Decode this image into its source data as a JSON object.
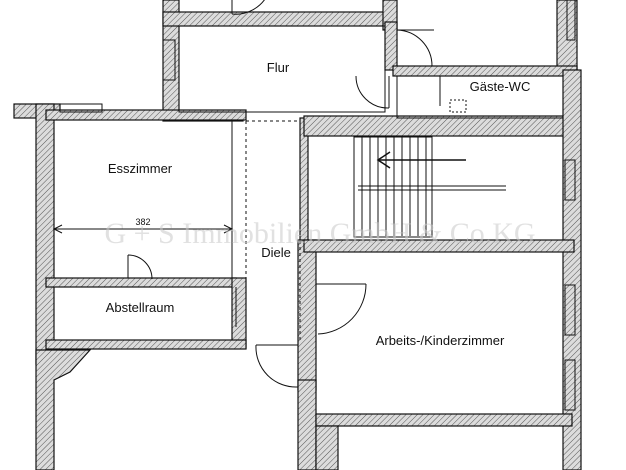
{
  "rooms": {
    "flur": "Flur",
    "gaeste_wc": "Gäste-WC",
    "esszimmer": "Esszimmer",
    "diele": "Diele",
    "abstellraum": "Abstellraum",
    "arbeits_kinderzimmer": "Arbeits-/Kinderzimmer"
  },
  "dimensions": {
    "esszimmer_width": "382"
  },
  "watermark": "G + S Immobilien GmbH & Co.KG",
  "colors": {
    "wall_fill": "#d8d8d8",
    "line": "#111111",
    "background": "#ffffff"
  }
}
